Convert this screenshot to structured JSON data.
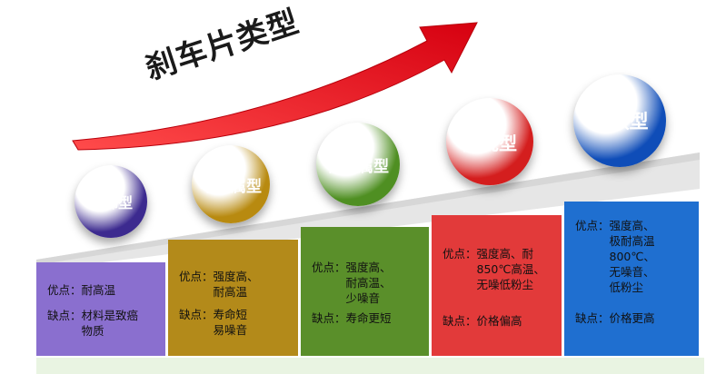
{
  "heading": "刹车片类型",
  "types": [
    {
      "name": "石棉型",
      "pros_label": "优点：",
      "pros": "耐高温",
      "cons_label": "缺点：",
      "cons": "材料是致癌\n物质",
      "panel_color": "#8a6fcf",
      "ball_color": "#3c2a8f"
    },
    {
      "name": "半金属型",
      "pros_label": "优点：",
      "pros": "强度高、\n耐高温",
      "cons_label": "缺点：",
      "cons": "寿命短\n易噪音",
      "panel_color": "#b38a1a",
      "ball_color": "#b88a10"
    },
    {
      "name": "低金属型",
      "pros_label": "优点：",
      "pros": "强度高、\n耐高温、\n少噪音",
      "cons_label": "缺点：",
      "cons": "寿命更短",
      "panel_color": "#5a8f2a",
      "ball_color": "#4f8f22"
    },
    {
      "name": "陶瓷型",
      "pros_label": "优点：",
      "pros": "强度高、耐\n850℃高温、\n无噪低粉尘",
      "cons_label": "缺点：",
      "cons": "价格偏高",
      "panel_color": "#e23a3a",
      "ball_color": "#d41e1e"
    },
    {
      "name": "高碳型",
      "pros_label": "优点：",
      "pros": "强度高、\n极耐高温\n800℃、\n无噪音、\n低粉尘",
      "cons_label": "缺点：",
      "cons": "价格更高",
      "panel_color": "#1f6fd0",
      "ball_color": "#0f4db8"
    }
  ],
  "colors": {
    "arrow": "#e8121b",
    "ramp": "#e6e6e6"
  }
}
